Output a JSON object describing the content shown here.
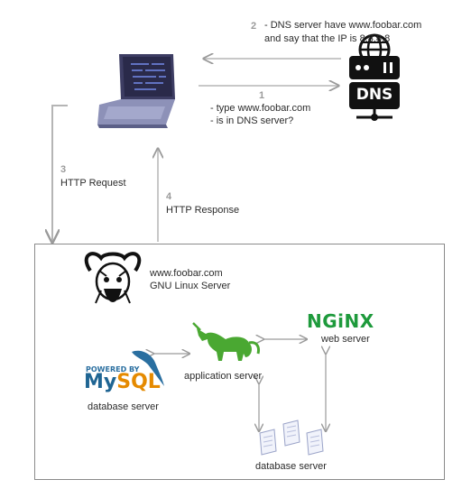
{
  "dns_step": {
    "number": "2",
    "line1": "- DNS server have www.foobar.com",
    "line2": "and say that the IP is 8.8.8.8"
  },
  "type_step": {
    "number": "1",
    "line1": "- type www.foobar.com",
    "line2": "- is in DNS server?"
  },
  "request_step": {
    "number": "3",
    "label": "HTTP Request"
  },
  "response_step": {
    "number": "4",
    "label": "HTTP Response"
  },
  "dns_server": {
    "label": "DNS"
  },
  "host": {
    "domain": "www.foobar.com",
    "os": "GNU Linux Server"
  },
  "nginx": {
    "logo": "NGiNX",
    "label": "web server"
  },
  "app": {
    "label": "application server"
  },
  "mysql": {
    "powered": "POWERED BY",
    "logo_my": "My",
    "logo_sql": "SQL",
    "label": "database server"
  },
  "db2": {
    "label": "database server"
  },
  "icons": [
    "laptop-icon",
    "dns-server-icon",
    "gnu-head-icon",
    "unicorn-icon",
    "nginx-logo",
    "mysql-logo",
    "database-files-icon"
  ],
  "colors": {
    "nginx": "#1e9a3c",
    "unicorn": "#4aa832",
    "mysql_blue": "#1f6593",
    "mysql_orange": "#e58a00",
    "arrow": "#b5b5b5"
  }
}
